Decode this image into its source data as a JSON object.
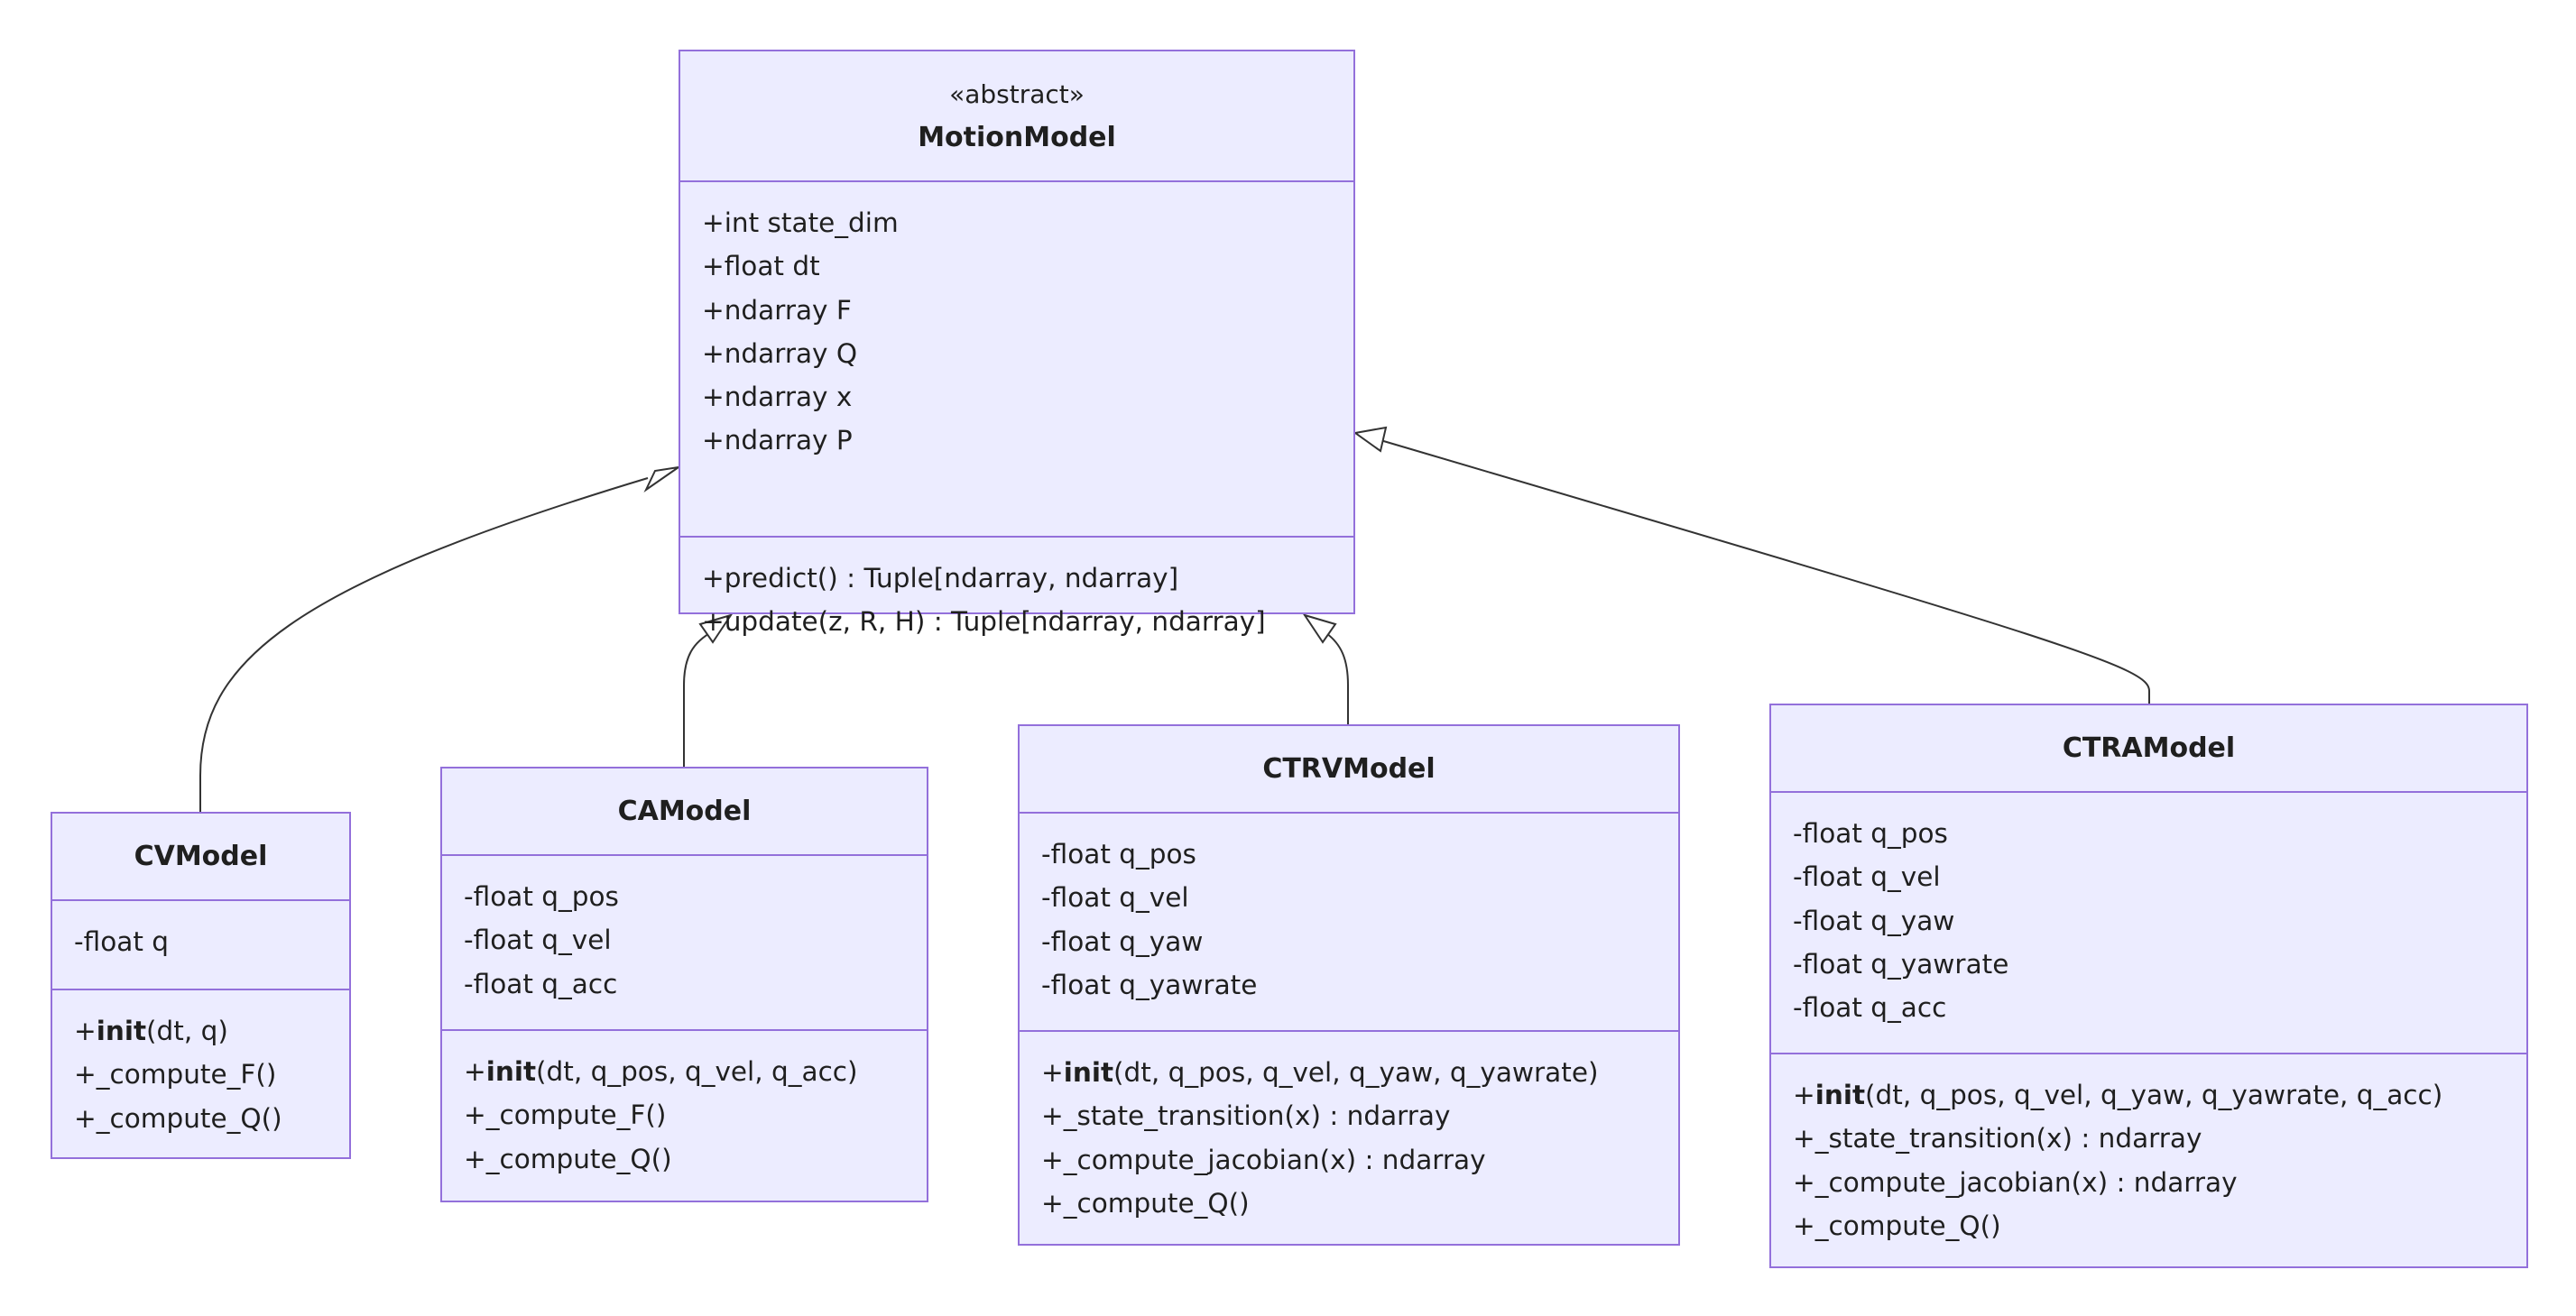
{
  "classes": [
    {
      "id": "motionmodel",
      "stereotype": "«abstract»",
      "name": "MotionModel",
      "attributes": [
        "+int state_dim",
        "+float dt",
        "+ndarray F",
        "+ndarray Q",
        "+ndarray x",
        "+ndarray P"
      ],
      "methods": [
        {
          "vis": "+",
          "name": "predict() : Tuple[ndarray, ndarray]",
          "bold": false
        },
        {
          "vis": "+",
          "name": "update(z, R, H) : Tuple[ndarray, ndarray]",
          "bold": false
        }
      ]
    },
    {
      "id": "cvmodel",
      "name": "CVModel",
      "attributes": [
        "-float q"
      ],
      "methods": [
        {
          "vis": "+",
          "bold_name": "init",
          "rest": "(dt, q)"
        },
        {
          "vis": "+",
          "rest": "_compute_F()"
        },
        {
          "vis": "+",
          "rest": "_compute_Q()"
        }
      ]
    },
    {
      "id": "camodel",
      "name": "CAModel",
      "attributes": [
        "-float q_pos",
        "-float q_vel",
        "-float q_acc"
      ],
      "methods": [
        {
          "vis": "+",
          "bold_name": "init",
          "rest": "(dt, q_pos, q_vel, q_acc)"
        },
        {
          "vis": "+",
          "rest": "_compute_F()"
        },
        {
          "vis": "+",
          "rest": "_compute_Q()"
        }
      ]
    },
    {
      "id": "ctrvmodel",
      "name": "CTRVModel",
      "attributes": [
        "-float q_pos",
        "-float q_vel",
        "-float q_yaw",
        "-float q_yawrate"
      ],
      "methods": [
        {
          "vis": "+",
          "bold_name": "init",
          "rest": "(dt, q_pos, q_vel, q_yaw, q_yawrate)"
        },
        {
          "vis": "+",
          "rest": "_state_transition(x) : ndarray"
        },
        {
          "vis": "+",
          "rest": "_compute_jacobian(x) : ndarray"
        },
        {
          "vis": "+",
          "rest": "_compute_Q()"
        }
      ]
    },
    {
      "id": "ctramodel",
      "name": "CTRAModel",
      "attributes": [
        "-float q_pos",
        "-float q_vel",
        "-float q_yaw",
        "-float q_yawrate",
        "-float q_acc"
      ],
      "methods": [
        {
          "vis": "+",
          "bold_name": "init",
          "rest": "(dt, q_pos, q_vel, q_yaw, q_yawrate, q_acc)"
        },
        {
          "vis": "+",
          "rest": "_state_transition(x) : ndarray"
        },
        {
          "vis": "+",
          "rest": "_compute_jacobian(x) : ndarray"
        },
        {
          "vis": "+",
          "rest": "_compute_Q()"
        }
      ]
    }
  ],
  "relations": [
    {
      "type": "inheritance",
      "from": "CVModel",
      "to": "MotionModel"
    },
    {
      "type": "inheritance",
      "from": "CAModel",
      "to": "MotionModel"
    },
    {
      "type": "inheritance",
      "from": "CTRVModel",
      "to": "MotionModel"
    },
    {
      "type": "inheritance",
      "from": "CTRAModel",
      "to": "MotionModel"
    }
  ],
  "colors": {
    "fill": "#ececff",
    "stroke": "#9370db",
    "text": "#1f1f1f",
    "edge": "#333333"
  }
}
